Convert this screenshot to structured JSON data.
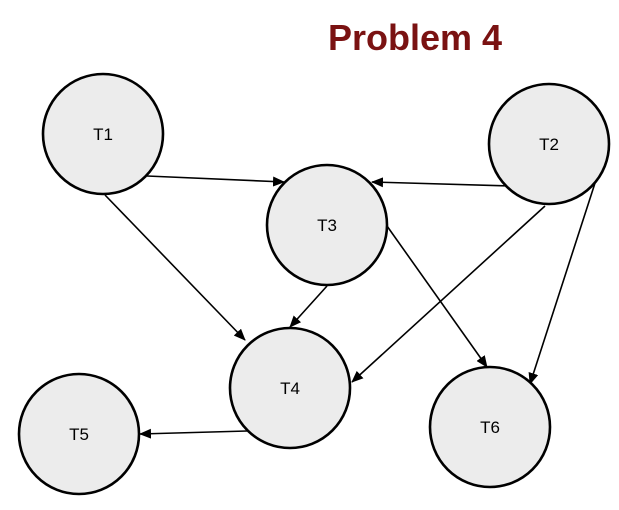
{
  "title": "Problem 4",
  "colors": {
    "title": "#7a1212",
    "node_fill": "#ececec",
    "node_stroke": "#000000",
    "edge": "#000000"
  },
  "nodes": [
    {
      "id": "T1",
      "label": "T1"
    },
    {
      "id": "T2",
      "label": "T2"
    },
    {
      "id": "T3",
      "label": "T3"
    },
    {
      "id": "T4",
      "label": "T4"
    },
    {
      "id": "T5",
      "label": "T5"
    },
    {
      "id": "T6",
      "label": "T6"
    }
  ],
  "edges": [
    {
      "from": "T1",
      "to": "T3"
    },
    {
      "from": "T1",
      "to": "T4"
    },
    {
      "from": "T2",
      "to": "T3"
    },
    {
      "from": "T2",
      "to": "T4"
    },
    {
      "from": "T2",
      "to": "T6"
    },
    {
      "from": "T3",
      "to": "T4"
    },
    {
      "from": "T3",
      "to": "T6"
    },
    {
      "from": "T4",
      "to": "T5"
    }
  ]
}
